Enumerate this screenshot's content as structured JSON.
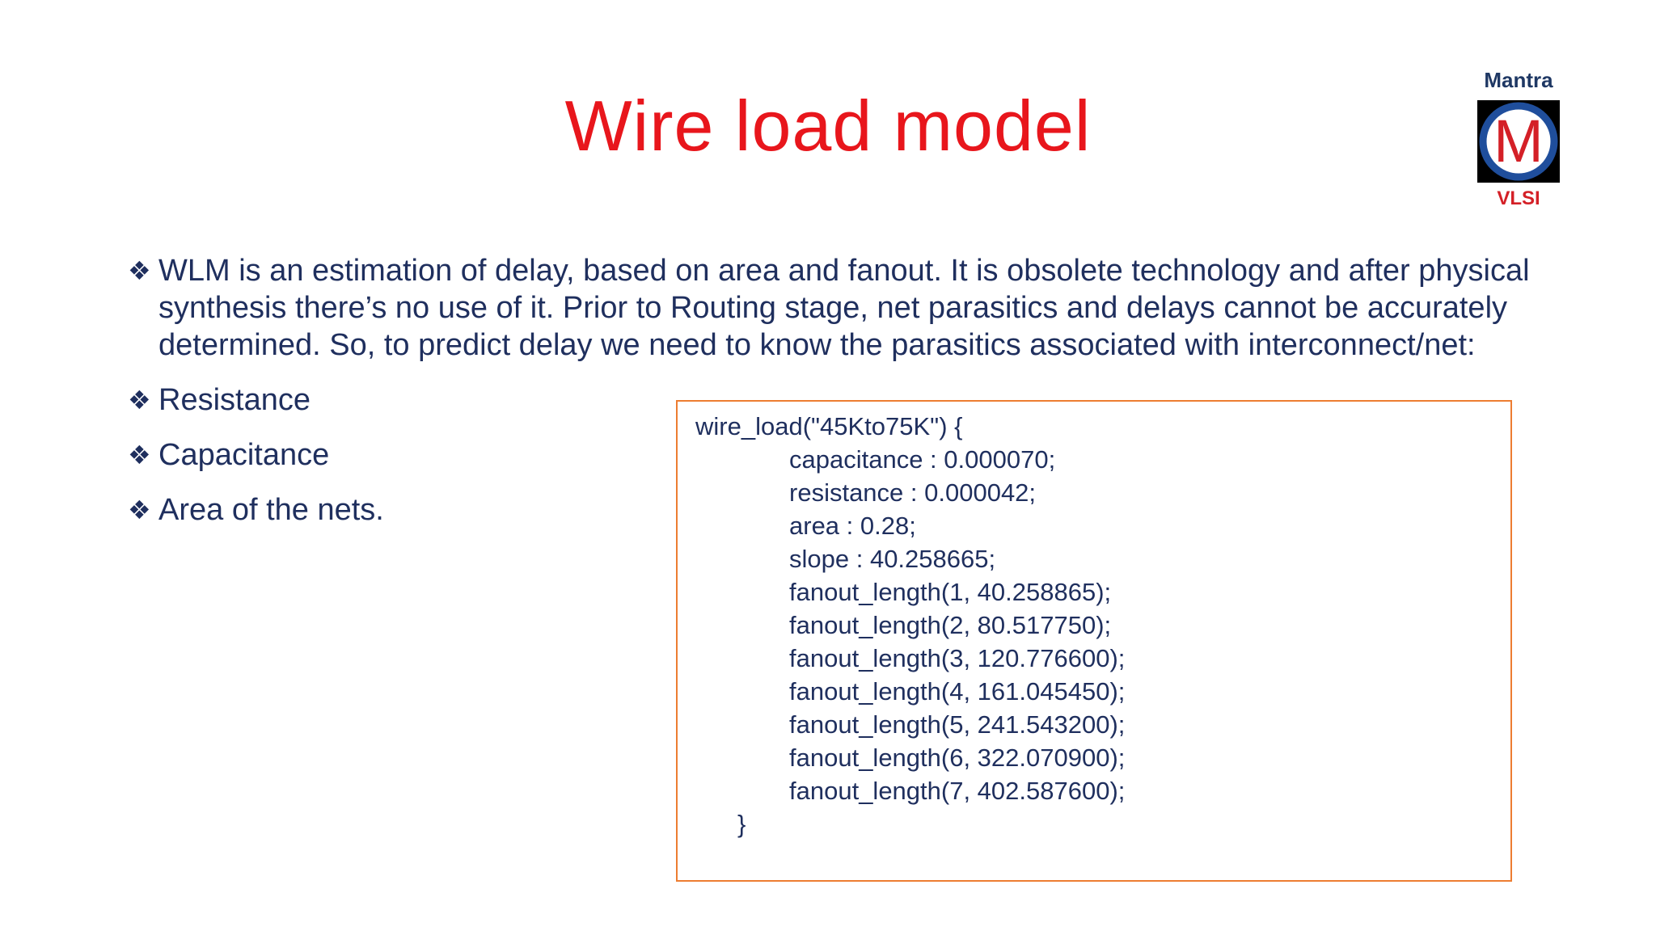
{
  "slide": {
    "title": "Wire load model",
    "logo": {
      "top_text": "Mantra",
      "letter": "M",
      "bottom_text": "VLSI"
    },
    "bullet_glyph": "❖",
    "bullets": [
      "WLM is an estimation of delay, based on area and fanout. It is obsolete technology and after physical synthesis there’s no use of it. Prior to Routing stage, net parasitics and delays cannot be accurately determined. So, to predict delay we need to know the parasitics associated with interconnect/net:",
      "Resistance",
      "Capacitance",
      "Area of the nets."
    ],
    "code": {
      "header": "wire_load(\"45Kto75K\") {",
      "lines": [
        "capacitance : 0.000070;",
        "resistance : 0.000042;",
        "area : 0.28;",
        "slope : 40.258665;",
        "fanout_length(1, 40.258865);",
        "fanout_length(2, 80.517750);",
        "fanout_length(3, 120.776600);",
        "fanout_length(4, 161.045450);",
        "fanout_length(5, 241.543200);",
        "fanout_length(6, 322.070900);",
        "fanout_length(7, 402.587600);"
      ],
      "closing": "}"
    },
    "colors": {
      "title": "#e8161c",
      "body_text": "#1f2f5e",
      "code_border": "#ed7d31",
      "logo_navy": "#1f3864",
      "logo_red": "#d42027"
    }
  }
}
